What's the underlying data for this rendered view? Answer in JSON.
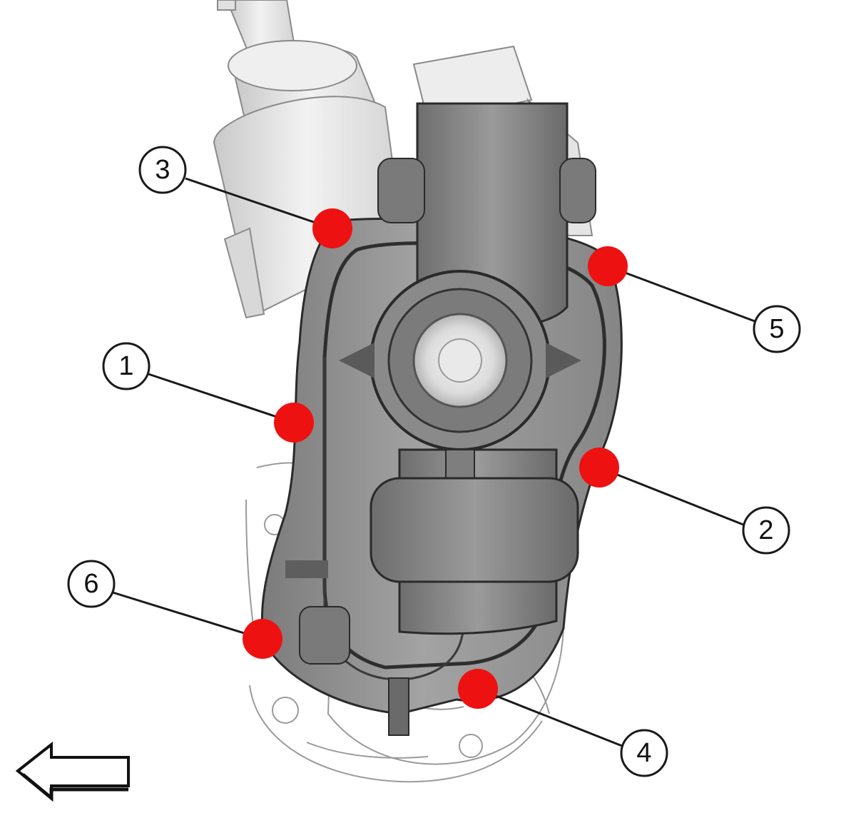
{
  "diagram": {
    "callouts": [
      {
        "label": "1"
      },
      {
        "label": "2"
      },
      {
        "label": "3"
      },
      {
        "label": "4"
      },
      {
        "label": "5"
      },
      {
        "label": "6"
      }
    ],
    "direction_arrow": {
      "points_to": "left"
    },
    "colors": {
      "bolt_marker": "#ee1111",
      "housing": "#8e8e8e",
      "housing_dark": "#5a5a5a",
      "pump_body": "#e6e6e6",
      "outline": "#1a1a1a"
    },
    "icons": {
      "bolt_marker": "red-dot-icon",
      "direction": "left-arrow-icon"
    }
  }
}
